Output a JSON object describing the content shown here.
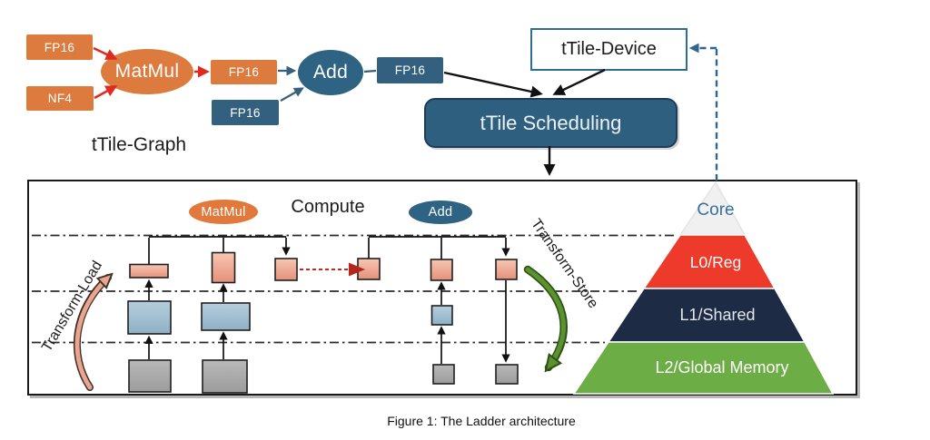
{
  "caption": "Figure 1: The Ladder architecture",
  "graph": {
    "title": "tTile-Graph",
    "input_a": "FP16",
    "input_b": "NF4",
    "matmul": "MatMul",
    "matmul_out": "FP16",
    "add_in": "FP16",
    "add": "Add",
    "add_out": "FP16"
  },
  "scheduling": {
    "device": "tTile-Device",
    "scheduler": "tTile Scheduling"
  },
  "ladder": {
    "compute": "Compute",
    "matmul": "MatMul",
    "add": "Add",
    "transform_load": "Transform-Load",
    "transform_store": "Transform-Store",
    "memory": {
      "core": "Core",
      "l0": "L0/Reg",
      "l1": "L1/Shared",
      "l2": "L2/Global Memory"
    }
  },
  "colors": {
    "orange_node": "#DC7B3D",
    "blue_node": "#2E5F7F",
    "red_arrow": "#DF2B1F",
    "red_dashed_arrow": "#B5271B",
    "salmon_tile": "#EFA58D",
    "blue_tile": "#9FBDD0",
    "gray_tile": "#ABABAB",
    "pyramid_core": "#F0F0F0",
    "pyramid_l0": "#EE3A2A",
    "pyramid_l1": "#1E2B45",
    "pyramid_l2": "#6CAD46",
    "green_arrow": "#5C9130",
    "pink_arrow": "#E9A58F",
    "dashed_feedback_blue": "#2E6690",
    "core_text": "#36719A"
  }
}
